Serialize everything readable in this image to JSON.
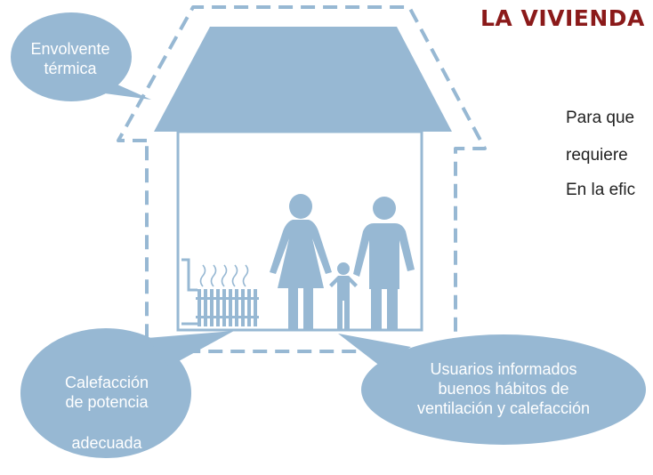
{
  "title": "LA VIVIENDA",
  "text_lines": [
    "Para que",
    "requiere",
    "En la efic"
  ],
  "bubbles": {
    "envolvente": [
      "Envolvente",
      "térmica"
    ],
    "calefaccion": [
      "Calefacción",
      "de potencia",
      "adecuada"
    ],
    "usuarios": [
      "Usuarios informados",
      "buenos hábitos de",
      "ventilación y calefacción"
    ]
  },
  "colors": {
    "house": "#97b8d3",
    "title": "#8b1a1a",
    "text": "#222222",
    "bubble_text": "#ffffff"
  }
}
